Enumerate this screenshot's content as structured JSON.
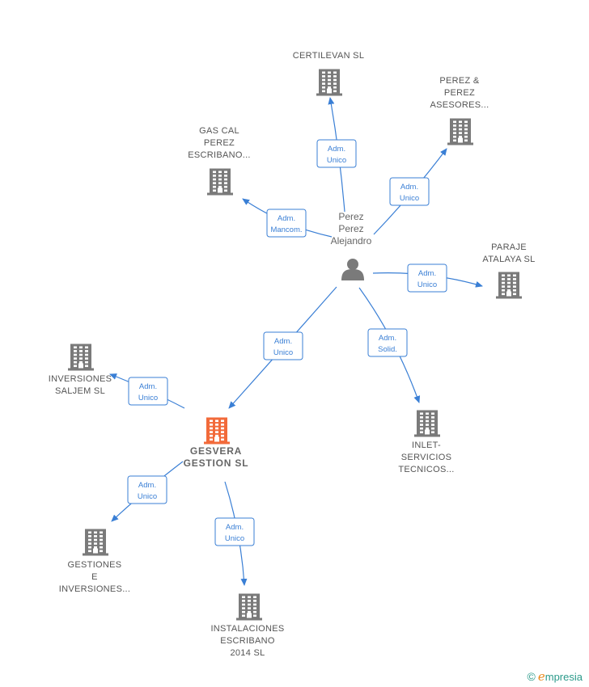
{
  "colors": {
    "edge": "#3a7fd5",
    "company": "#7a7a7a",
    "focus_company": "#f26a3a",
    "person": "#7a7a7a",
    "brand_teal": "#2b9a8a",
    "brand_orange": "#e98a1c"
  },
  "person": {
    "id": "person",
    "lines": [
      "Perez",
      "Perez",
      "Alejandro"
    ],
    "icon": "person-icon"
  },
  "companies": [
    {
      "id": "certilevan",
      "lines": [
        "CERTILEVAN SL"
      ],
      "icon": "building-icon",
      "focus": false
    },
    {
      "id": "perez-asesores",
      "lines": [
        "PEREZ &",
        "PEREZ",
        "ASESORES..."
      ],
      "icon": "building-icon",
      "focus": false
    },
    {
      "id": "gascal",
      "lines": [
        "GAS CAL",
        "PEREZ",
        "ESCRIBANO..."
      ],
      "icon": "building-icon",
      "focus": false
    },
    {
      "id": "paraje",
      "lines": [
        "PARAJE",
        "ATALAYA SL"
      ],
      "icon": "building-icon",
      "focus": false
    },
    {
      "id": "saljem",
      "lines": [
        "INVERSIONES",
        "SALJEM  SL"
      ],
      "icon": "building-icon",
      "focus": false
    },
    {
      "id": "gesvera",
      "lines": [
        "GESVERA",
        "GESTION  SL"
      ],
      "icon": "building-icon",
      "focus": true
    },
    {
      "id": "inlet",
      "lines": [
        "INLET-",
        "SERVICIOS",
        "TECNICOS..."
      ],
      "icon": "building-icon",
      "focus": false
    },
    {
      "id": "gestiones",
      "lines": [
        "GESTIONES",
        "E",
        "INVERSIONES..."
      ],
      "icon": "building-icon",
      "focus": false
    },
    {
      "id": "instalaciones",
      "lines": [
        "INSTALACIONES",
        "ESCRIBANO",
        "2014  SL"
      ],
      "icon": "building-icon",
      "focus": false
    }
  ],
  "relations": [
    {
      "from": "person",
      "to": "certilevan",
      "label": [
        "Adm.",
        "Unico"
      ]
    },
    {
      "from": "person",
      "to": "perez-asesores",
      "label": [
        "Adm.",
        "Unico"
      ]
    },
    {
      "from": "person",
      "to": "gascal",
      "label": [
        "Adm.",
        "Mancom."
      ]
    },
    {
      "from": "person",
      "to": "paraje",
      "label": [
        "Adm.",
        "Unico"
      ]
    },
    {
      "from": "person",
      "to": "gesvera",
      "label": [
        "Adm.",
        "Unico"
      ]
    },
    {
      "from": "person",
      "to": "inlet",
      "label": [
        "Adm.",
        "Solid."
      ]
    },
    {
      "from": "gesvera",
      "to": "saljem",
      "label": [
        "Adm.",
        "Unico"
      ]
    },
    {
      "from": "gesvera",
      "to": "gestiones",
      "label": [
        "Adm.",
        "Unico"
      ]
    },
    {
      "from": "gesvera",
      "to": "instalaciones",
      "label": [
        "Adm.",
        "Unico"
      ]
    }
  ],
  "brand": {
    "copyright": "©",
    "initial": "e",
    "rest": "mpresia"
  }
}
